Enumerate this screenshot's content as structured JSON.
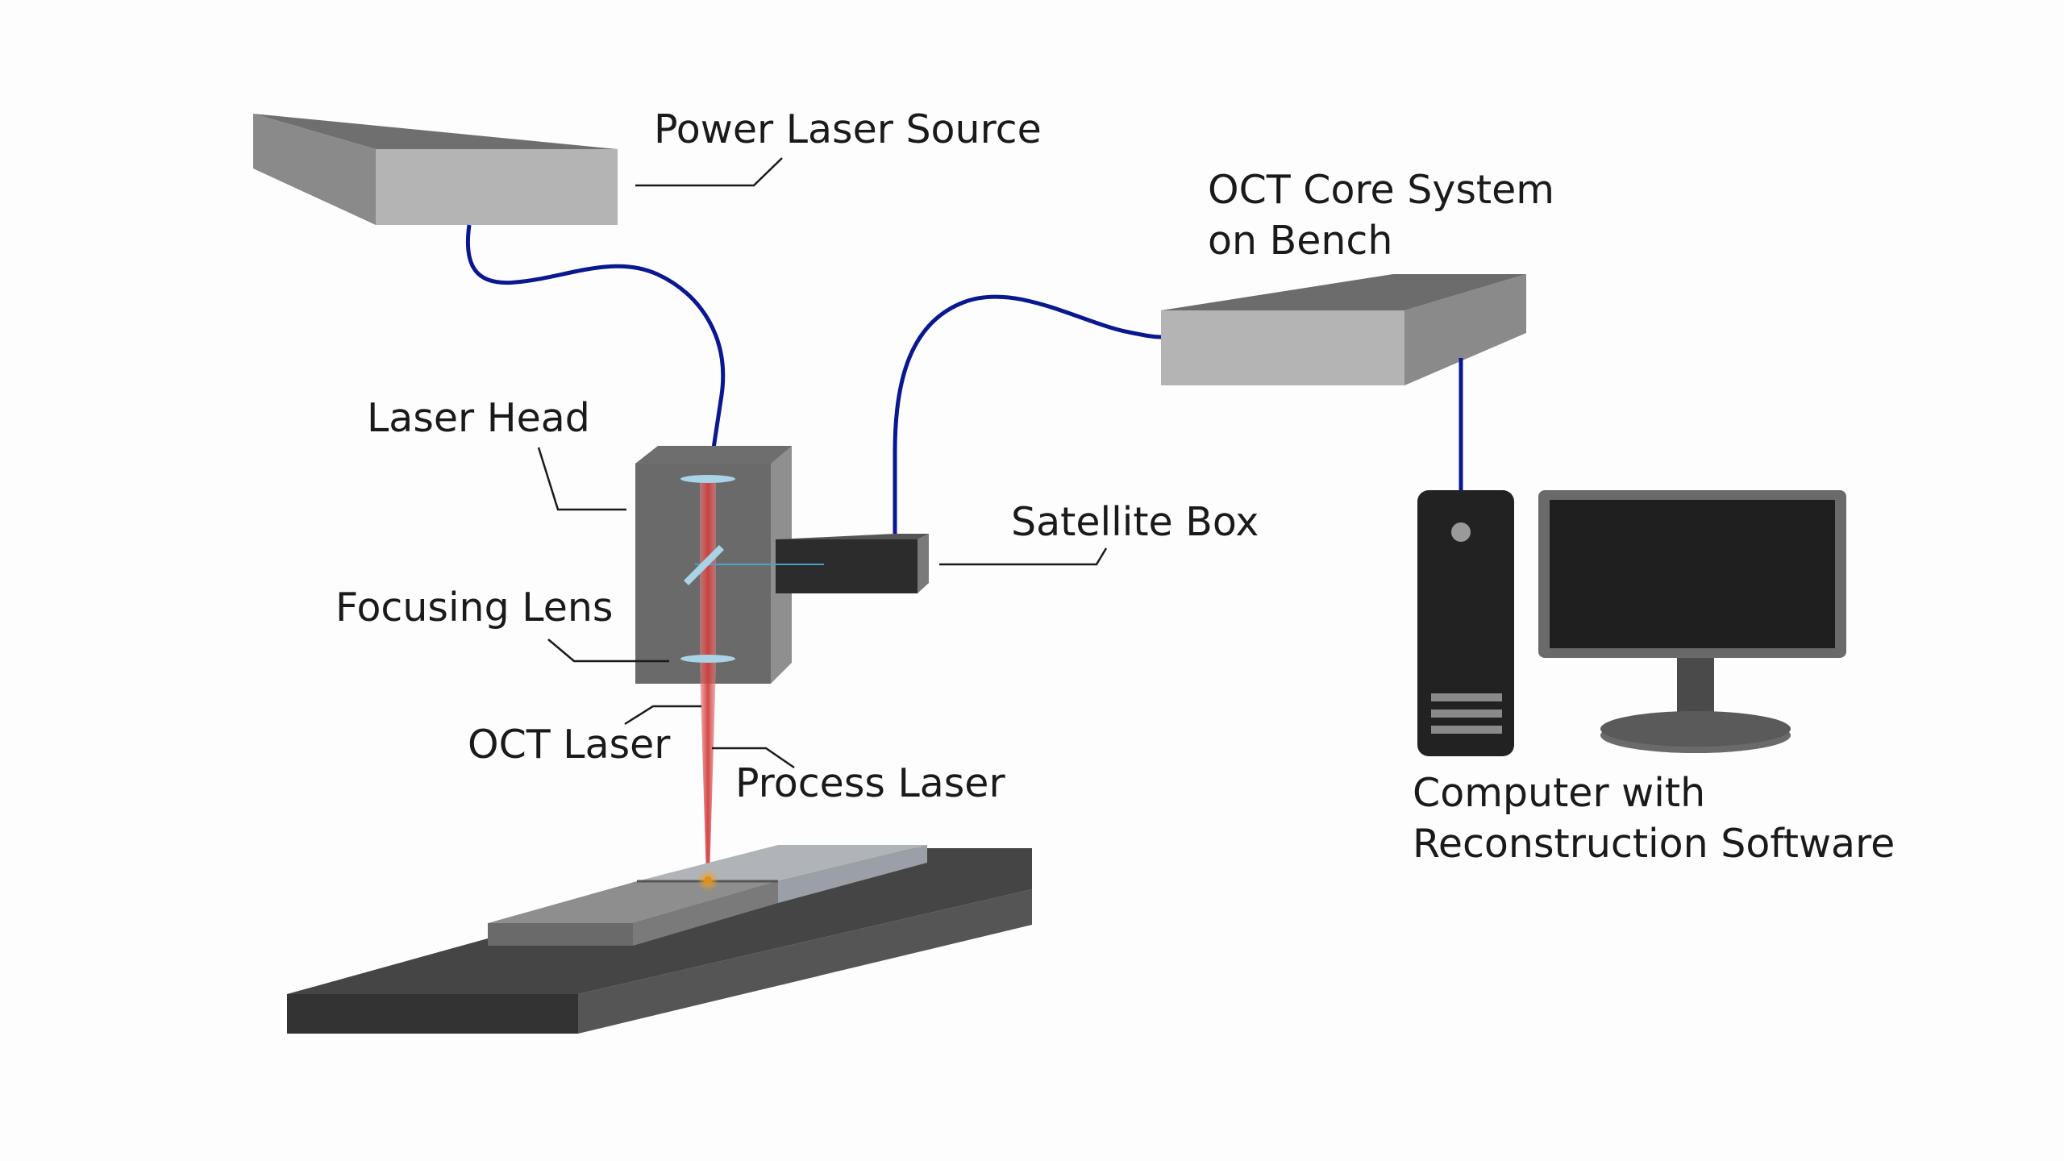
{
  "labels": {
    "power_laser_source": "Power Laser Source",
    "oct_core_line1": "OCT Core System",
    "oct_core_line2": "on Bench",
    "laser_head": "Laser Head",
    "satellite_box": "Satellite Box",
    "focusing_lens": "Focusing Lens",
    "oct_laser": "OCT Laser",
    "process_laser": "Process Laser",
    "computer_line1": "Computer with",
    "computer_line2": "Reconstruction Software"
  },
  "colors": {
    "fiber": "#0a1890",
    "process_beam": "#d94a4a",
    "oct_beam": "#4aa3c8",
    "lens": "#a9d3e6",
    "weld_spot": "#e8a020",
    "label_text": "#1a1a1a"
  }
}
